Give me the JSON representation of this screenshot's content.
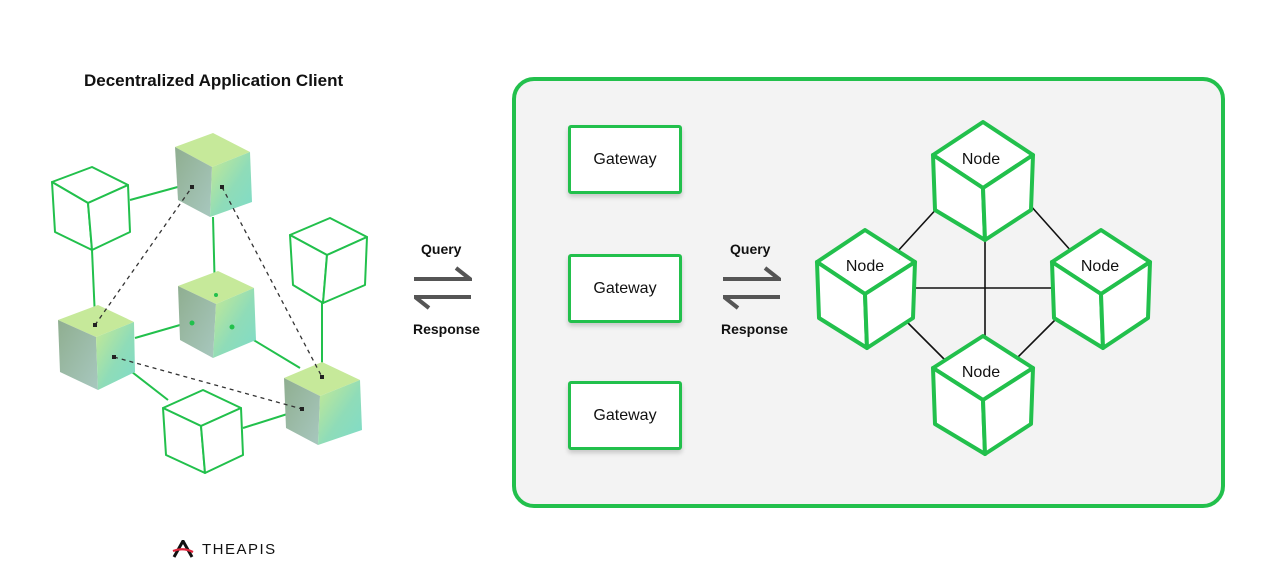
{
  "client": {
    "title": "Decentralized Application Client"
  },
  "exchange_left": {
    "query": "Query",
    "response": "Response"
  },
  "exchange_right": {
    "query": "Query",
    "response": "Response"
  },
  "gateways": [
    "Gateway",
    "Gateway",
    "Gateway"
  ],
  "nodes": [
    "Node",
    "Node",
    "Node",
    "Node"
  ],
  "brand": {
    "name": "THEAPIS"
  },
  "colors": {
    "accent": "#22c04c",
    "panel_bg": "#f3f3f3",
    "text": "#111111"
  }
}
